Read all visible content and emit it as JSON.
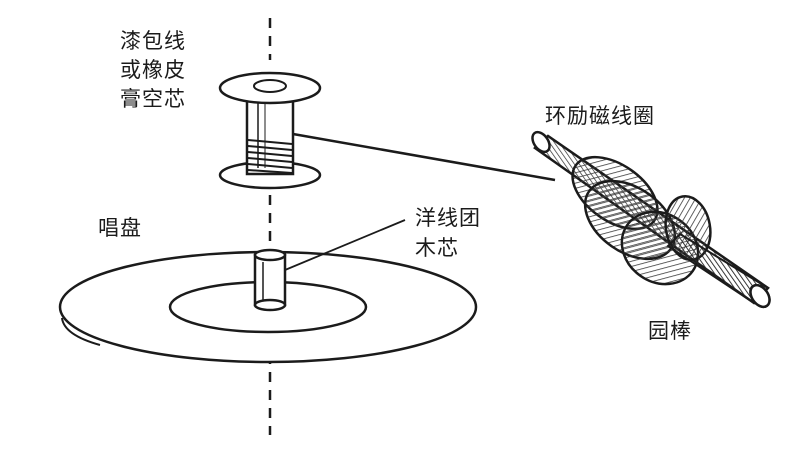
{
  "labels": {
    "core_material": [
      "漆包线",
      "或橡皮",
      "膏空芯"
    ],
    "disc": "唱盘",
    "small_coil_core": [
      "洋线团",
      "木芯"
    ],
    "excitation_coil": "环励磁线圈",
    "rod": "园棒"
  },
  "colors": {
    "ink": "#1b1b1b",
    "paper": "#ffffff",
    "hatch": "#3a3a3a"
  }
}
